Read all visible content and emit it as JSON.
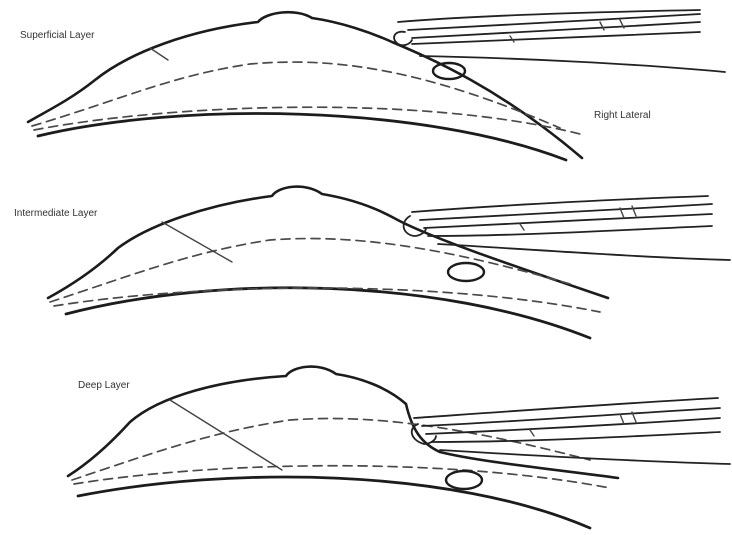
{
  "panels": [
    {
      "label": "Superficial Layer",
      "extra_label": "Right Lateral"
    },
    {
      "label": "Intermediate Layer"
    },
    {
      "label": "Deep Layer"
    }
  ],
  "colors": {
    "ink": "#1c1c1c",
    "dash": "#4a4a4a",
    "background": "#ffffff"
  }
}
